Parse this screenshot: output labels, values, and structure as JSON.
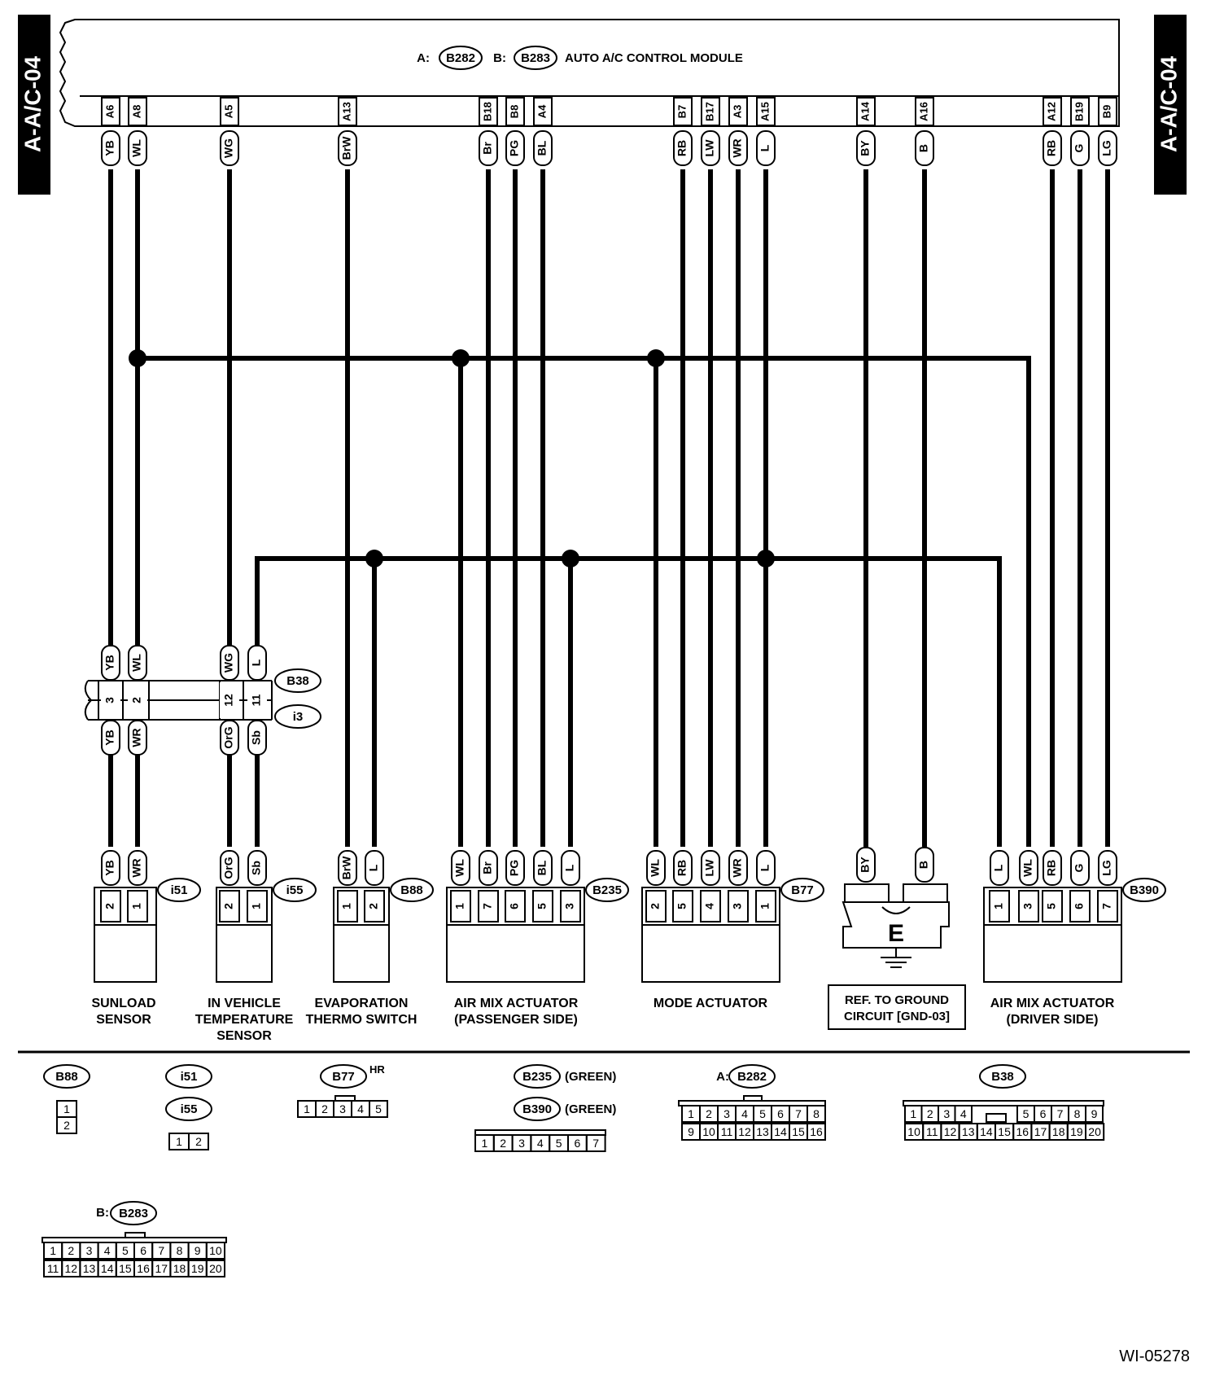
{
  "side_tab_label": "A-A/C-04",
  "module": {
    "prefix_a": "A:",
    "connector_a": "B282",
    "prefix_b": "B:",
    "connector_b": "B283",
    "name": "AUTO A/C CONTROL MODULE",
    "pins": [
      {
        "pin": "A6",
        "color": "YB"
      },
      {
        "pin": "A8",
        "color": "WL"
      },
      {
        "pin": "A5",
        "color": "WG"
      },
      {
        "pin": "A13",
        "color": "BrW"
      },
      {
        "pin": "B18",
        "color": "Br"
      },
      {
        "pin": "B8",
        "color": "PG"
      },
      {
        "pin": "A4",
        "color": "BL"
      },
      {
        "pin": "B7",
        "color": "RB"
      },
      {
        "pin": "B17",
        "color": "LW"
      },
      {
        "pin": "A3",
        "color": "WR"
      },
      {
        "pin": "A15",
        "color": "L"
      },
      {
        "pin": "A14",
        "color": "BY"
      },
      {
        "pin": "A16",
        "color": "B"
      },
      {
        "pin": "A12",
        "color": "RB"
      },
      {
        "pin": "B19",
        "color": "G"
      },
      {
        "pin": "B9",
        "color": "LG"
      }
    ]
  },
  "junction": {
    "connector_upper": "B38",
    "connector_lower": "i3",
    "upper_colors": [
      "YB",
      "WL",
      "WG",
      "L"
    ],
    "pins": [
      "3",
      "2",
      "12",
      "11"
    ],
    "lower_colors": [
      "YB",
      "WR",
      "OrG",
      "Sb"
    ]
  },
  "components": [
    {
      "connector": "i51",
      "name": [
        "SUNLOAD",
        "SENSOR"
      ],
      "colors": [
        "YB",
        "WR"
      ],
      "pins": [
        "2",
        "1"
      ]
    },
    {
      "connector": "i55",
      "name": [
        "IN VEHICLE",
        "TEMPERATURE",
        "SENSOR"
      ],
      "colors": [
        "OrG",
        "Sb"
      ],
      "pins": [
        "2",
        "1"
      ]
    },
    {
      "connector": "B88",
      "name": [
        "EVAPORATION",
        "THERMO SWITCH"
      ],
      "colors": [
        "BrW",
        "L"
      ],
      "pins": [
        "1",
        "2"
      ]
    },
    {
      "connector": "B235",
      "name": [
        "AIR MIX ACTUATOR",
        "(PASSENGER SIDE)"
      ],
      "colors": [
        "WL",
        "Br",
        "PG",
        "BL",
        "L"
      ],
      "pins": [
        "1",
        "7",
        "6",
        "5",
        "3"
      ]
    },
    {
      "connector": "B77",
      "name": [
        "MODE ACTUATOR"
      ],
      "colors": [
        "WL",
        "RB",
        "LW",
        "WR",
        "L"
      ],
      "pins": [
        "2",
        "5",
        "4",
        "3",
        "1"
      ]
    },
    {
      "connector": "B390",
      "name": [
        "AIR MIX ACTUATOR",
        "(DRIVER SIDE)"
      ],
      "colors": [
        "L",
        "WL",
        "RB",
        "G",
        "LG"
      ],
      "pins": [
        "1",
        "3",
        "5",
        "6",
        "7"
      ]
    }
  ],
  "ground": {
    "colors": [
      "BY",
      "B"
    ],
    "letter": "E",
    "ref_lines": [
      "REF. TO GROUND",
      "CIRCUIT [GND-03]"
    ]
  },
  "connector_views": {
    "B88": {
      "label": "B88",
      "pins": [
        "1",
        "2"
      ]
    },
    "i51": {
      "label": "i51"
    },
    "i55": {
      "label": "i55",
      "pins": [
        "1",
        "2"
      ]
    },
    "B77": {
      "label": "B77",
      "note": "HR",
      "pins": [
        "1",
        "2",
        "3",
        "4",
        "5"
      ]
    },
    "B235": {
      "label": "B235",
      "note": "(GREEN)"
    },
    "B390": {
      "label": "B390",
      "note": "(GREEN)",
      "pins": [
        "1",
        "2",
        "3",
        "4",
        "5",
        "6",
        "7"
      ]
    },
    "B282": {
      "prefix": "A:",
      "label": "B282",
      "row1": [
        "1",
        "2",
        "3",
        "4",
        "5",
        "6",
        "7",
        "8"
      ],
      "row2": [
        "9",
        "10",
        "11",
        "12",
        "13",
        "14",
        "15",
        "16"
      ]
    },
    "B38": {
      "label": "B38",
      "row1": [
        "1",
        "2",
        "3",
        "4",
        "5",
        "6",
        "7",
        "8",
        "9"
      ],
      "row2": [
        "10",
        "11",
        "12",
        "13",
        "14",
        "15",
        "16",
        "17",
        "18",
        "19",
        "20"
      ]
    },
    "B283": {
      "prefix": "B:",
      "label": "B283",
      "row1": [
        "1",
        "2",
        "3",
        "4",
        "5",
        "6",
        "7",
        "8",
        "9",
        "10"
      ],
      "row2": [
        "11",
        "12",
        "13",
        "14",
        "15",
        "16",
        "17",
        "18",
        "19",
        "20"
      ]
    }
  },
  "figure_id": "WI-05278"
}
